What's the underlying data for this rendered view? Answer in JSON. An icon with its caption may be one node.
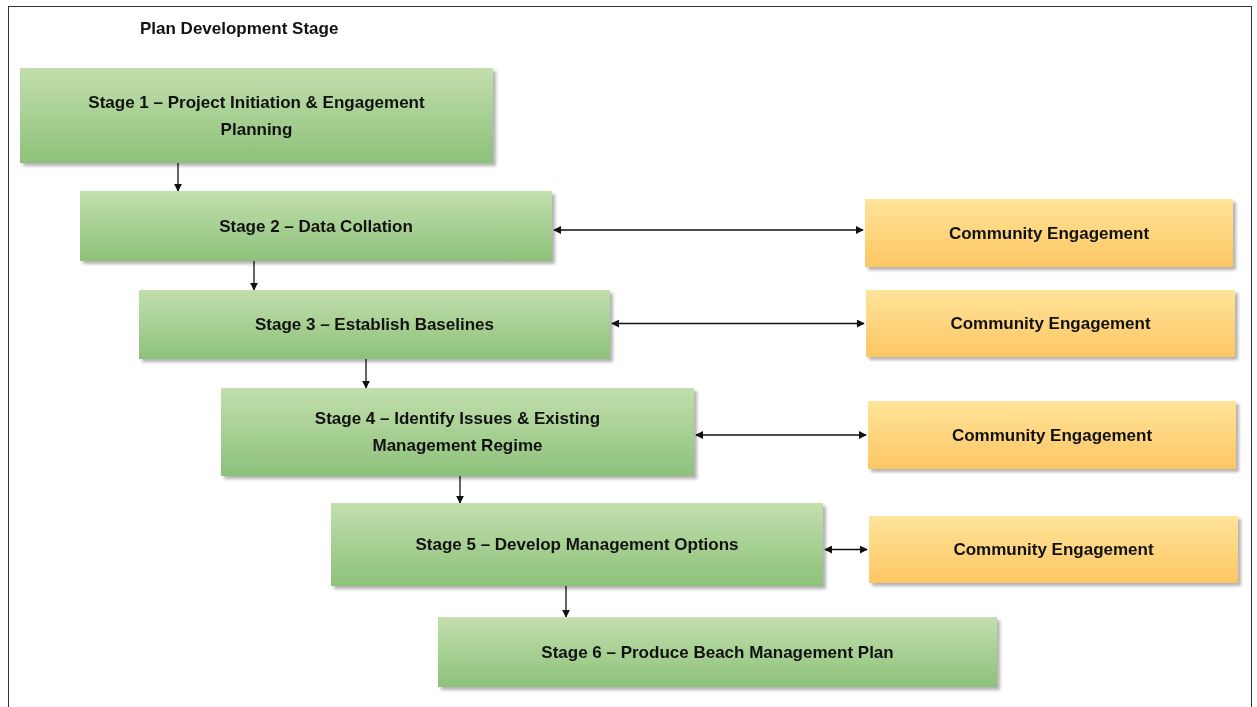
{
  "diagram": {
    "title": "Plan Development Stage",
    "nodes": [
      {
        "text": [
          "Stage 1 – Project Initiation & Engagement Planning"
        ]
      },
      {
        "text": [
          "Stage 2 – Data Collation"
        ]
      },
      {
        "text": [
          "Community Engagement"
        ]
      },
      {
        "text": [
          "Stage 3 – Establish Baselines"
        ]
      },
      {
        "text": [
          "Community Engagement"
        ]
      },
      {
        "text": [
          "Stage 4 – Identify Issues & Existing Management Regime"
        ]
      },
      {
        "text": [
          "Community Engagement"
        ]
      },
      {
        "text": [
          "Stage 5 – Develop Management Options"
        ]
      },
      {
        "text": [
          "Community Engagement"
        ]
      },
      {
        "text": [
          "Stage 6 – Produce Beach Management Plan"
        ]
      }
    ],
    "edges": [
      {
        "from": 0,
        "to": 1,
        "arrow": "to"
      },
      {
        "from": 1,
        "to": 2,
        "arrow": "both"
      },
      {
        "from": 1,
        "to": 3,
        "arrow": "to"
      },
      {
        "from": 3,
        "to": 4,
        "arrow": "both"
      },
      {
        "from": 3,
        "to": 5,
        "arrow": "to"
      },
      {
        "from": 5,
        "to": 6,
        "arrow": "both"
      },
      {
        "from": 5,
        "to": 7,
        "arrow": "to"
      },
      {
        "from": 7,
        "to": 8,
        "arrow": "both"
      },
      {
        "from": 7,
        "to": 9,
        "arrow": "to"
      }
    ]
  }
}
